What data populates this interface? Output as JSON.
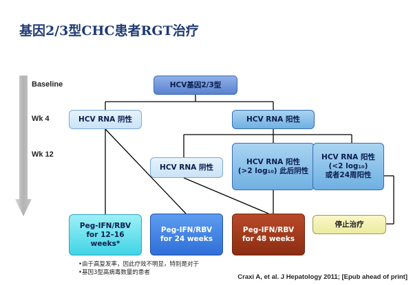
{
  "title": "基因2/3型CHC患者RGT治疗",
  "stages": {
    "baseline": "Baseline",
    "wk4": "Wk 4",
    "wk12": "Wk 12"
  },
  "boxes": {
    "top": "HCV基因2/3型",
    "wk4_neg": "HCV RNA 阴性",
    "wk4_pos": "HCV RNA 阳性",
    "wk12_neg": "HCV RNA 阴性",
    "wk12_pos_gt_l1": "HCV RNA 阳性",
    "wk12_pos_gt_l2": "(>2 log₁₀) 此后阴性",
    "wk12_pos_lt_l1": "HCV RNA 阳性",
    "wk12_pos_lt_l2": "(<2 log₁₀)",
    "wk12_pos_lt_l3": "或者24周阳性",
    "r1_l1": "Peg-IFN/RBV",
    "r1_l2": "for 12–16",
    "r1_l3": "weeks*",
    "r2_l1": "Peg-IFN/RBV",
    "r2_l2": "for 24 weeks",
    "r3_l1": "Peg-IFN/RBV",
    "r3_l2": "for 48 weeks",
    "stop": "停止治疗"
  },
  "notes": {
    "line1": "•由于高复发率，因此疗效不明显，特别是对于",
    "line2": "•基因3型高病毒数量的患者"
  },
  "citation": "Craxi A, et al. J Hepatology 2011; [Epub ahead of print]",
  "colors": {
    "title": "#1f3a73",
    "connector": "#000000",
    "timeline_arrow": "#b9b9b9",
    "result_blue": "#2f6fd8",
    "result_red": "#8c2d12",
    "stop_yellow": "#eceba0"
  }
}
